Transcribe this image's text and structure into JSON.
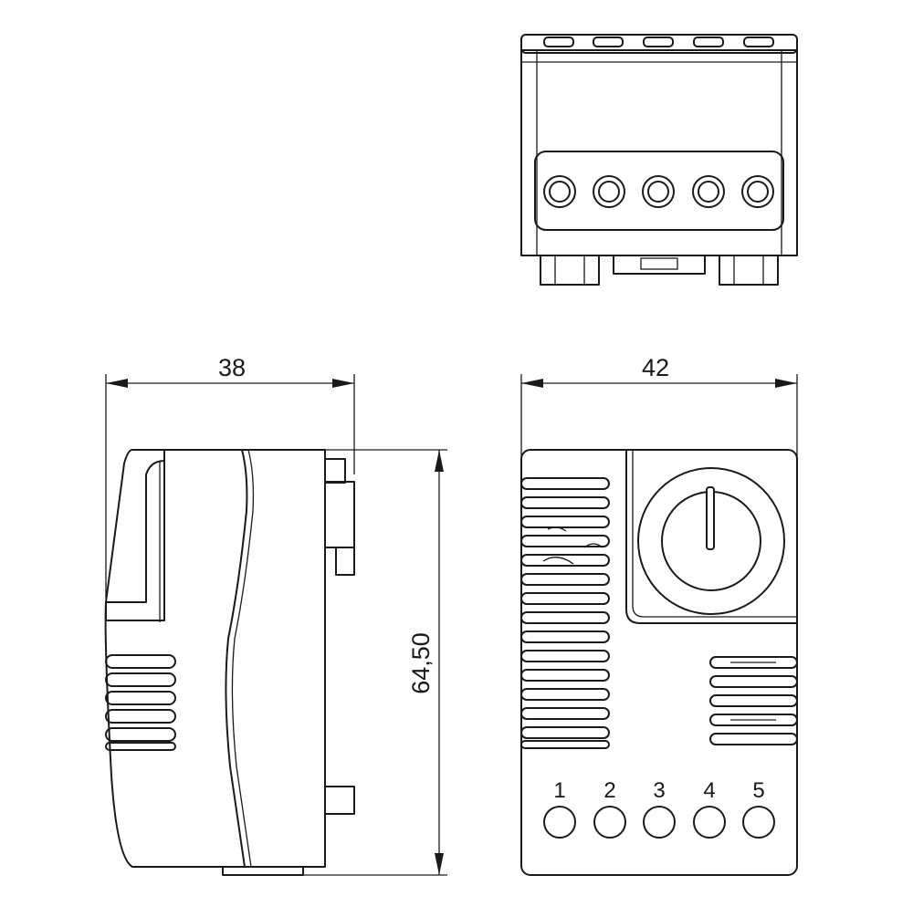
{
  "dimensions": {
    "depth": "38",
    "width": "42",
    "height": "64,50"
  },
  "terminals": {
    "labels": [
      "1",
      "2",
      "3",
      "4",
      "5"
    ]
  },
  "colors": {
    "line": "#1a1a1a",
    "background": "#ffffff"
  }
}
